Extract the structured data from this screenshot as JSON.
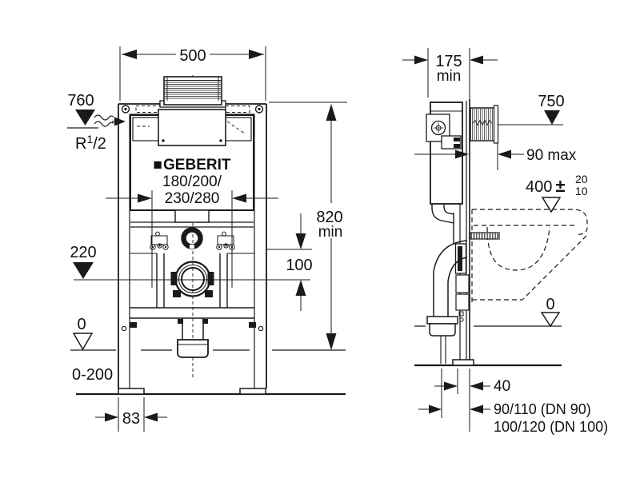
{
  "colors": {
    "ink": "#1a1a1a",
    "background": "#ffffff"
  },
  "front_view": {
    "width": "500",
    "supply_height": "760",
    "supply_conn_prefix": "R",
    "supply_conn_sup": "1",
    "supply_conn_rest": "/2",
    "brand_mark": "■",
    "brand_name": "GEBERIT",
    "flush_pipe_options_line1": "180/200/",
    "flush_pipe_options_line2": "230/280",
    "height_value": "820",
    "height_suffix": "min",
    "flush_bend_offset": "100",
    "outlet_height": "220",
    "zero": "0",
    "leg_adjust_range": "0-200",
    "foot_width": "83"
  },
  "side_view": {
    "depth_value": "175",
    "depth_suffix": "min",
    "shaft_top_height": "750",
    "shaft_protrusion": "90 max",
    "pan_height_value": "400",
    "pan_height_pm": "±",
    "pan_tol_plus": "20",
    "pan_tol_minus": "10",
    "zero": "0",
    "outlet_wall_distance": "40",
    "drain_option_1": "90/110 (DN 90)",
    "drain_option_2": "100/120 (DN 100)"
  }
}
